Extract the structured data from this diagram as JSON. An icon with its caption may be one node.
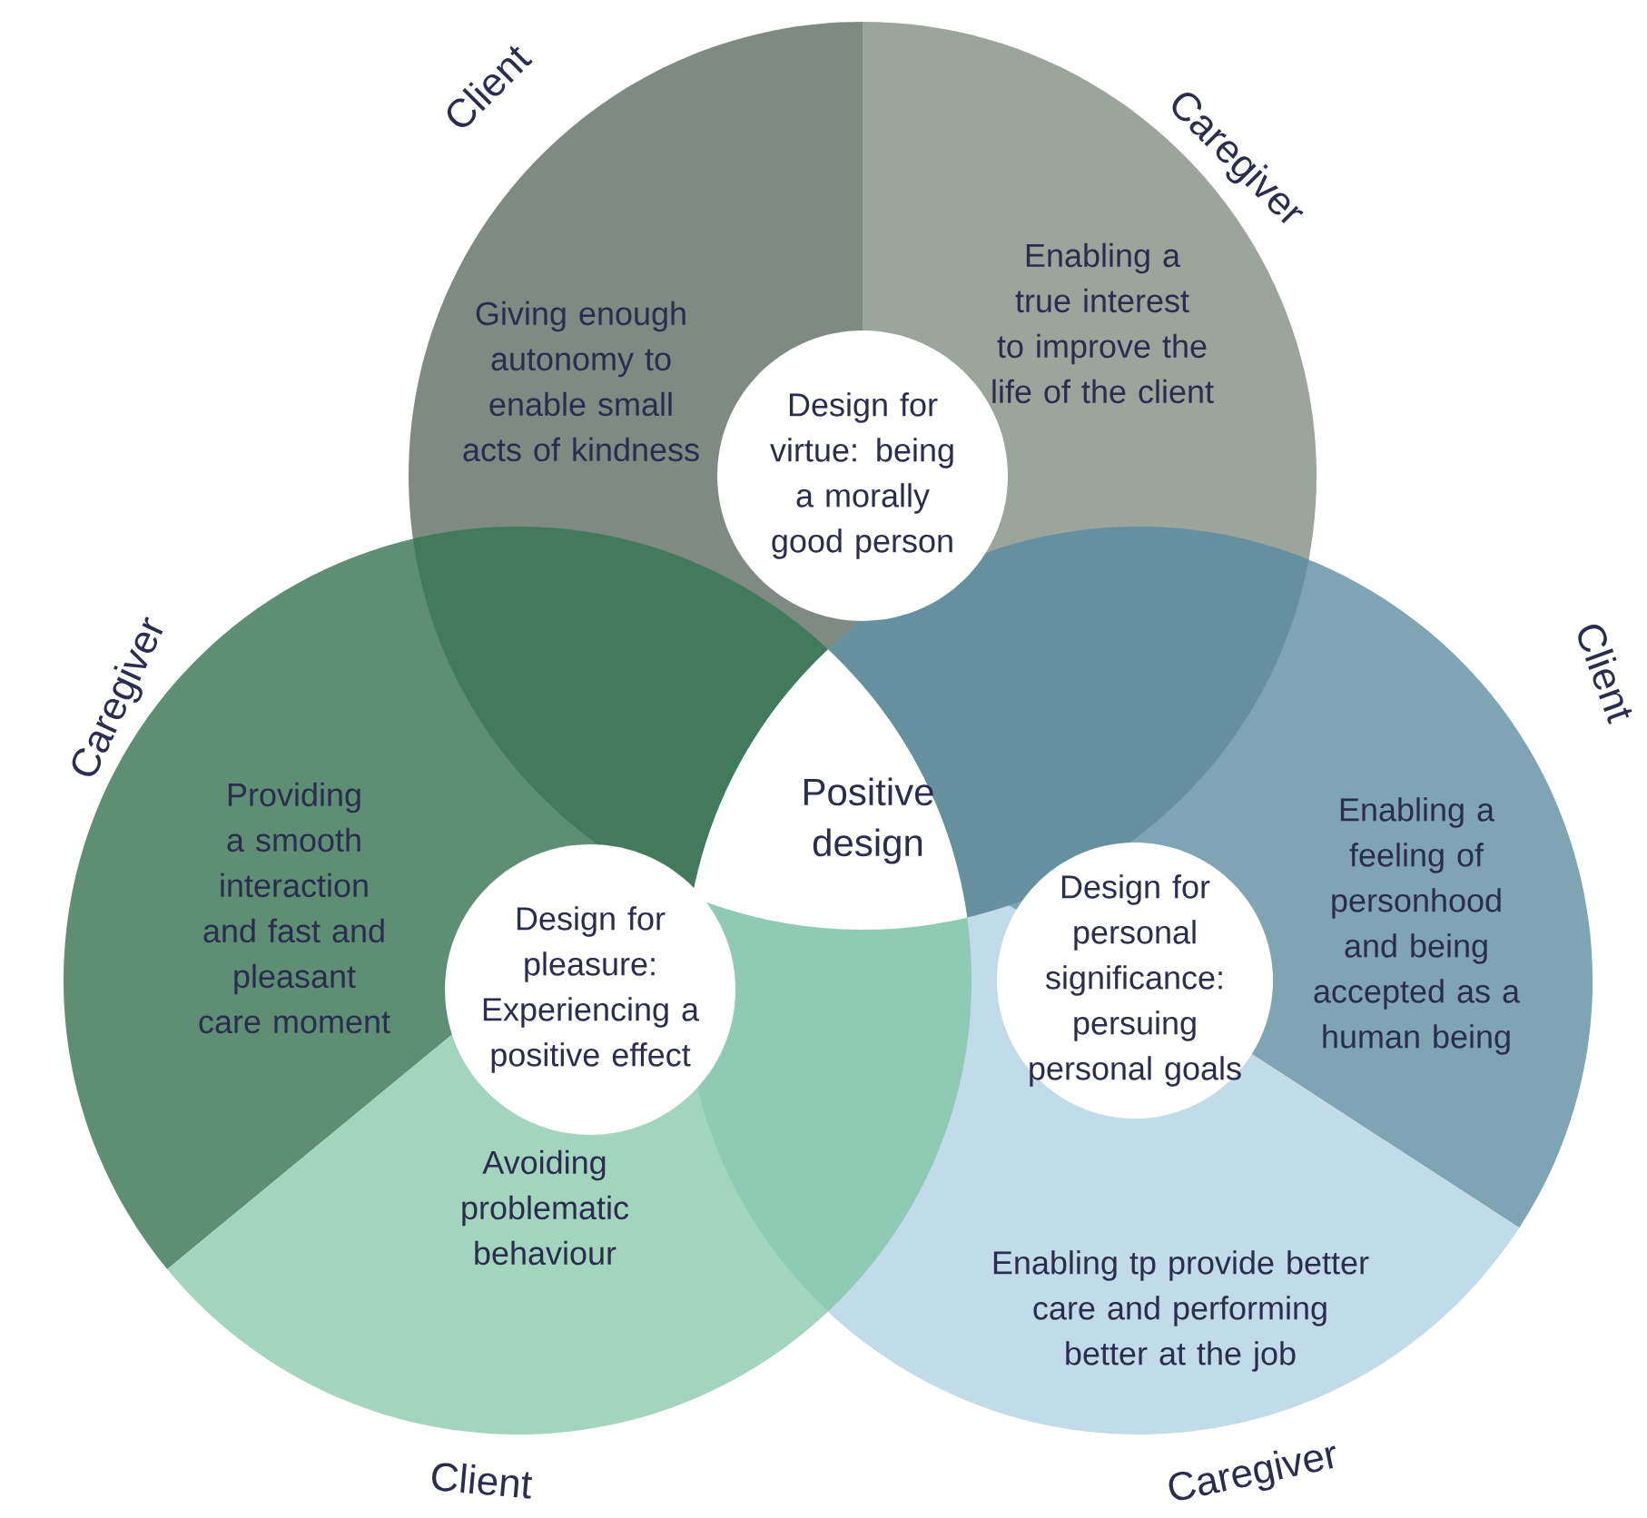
{
  "diagram": {
    "nodes": [
      {
        "text": [
          "Giving enough autonomy to enable small acts of kindness"
        ]
      },
      {
        "text": [
          "Enabling a true interest to improve the life of the client"
        ]
      },
      {
        "text": [
          "Providing a smooth interaction and fast and pleasant care moment"
        ]
      },
      {
        "text": [
          "Avoiding problematic behaviour"
        ]
      },
      {
        "text": [
          "Enabling a feeling of personhood and being accepted as a human being"
        ]
      },
      {
        "text": [
          "Enabling tp provide better care and performing better at the job"
        ]
      },
      {
        "text": [
          "Design for virtue: being a morally good person"
        ]
      },
      {
        "text": [
          "Design for pleasure: Experiencing a positive effect"
        ]
      },
      {
        "text": [
          "Design for personal significance: persuing personal goals"
        ]
      },
      {
        "text": [
          "Positive design"
        ]
      }
    ],
    "labels": [
      "Client",
      "Caregiver",
      "Client",
      "Caregiver",
      "Client",
      "Caregiver"
    ]
  }
}
